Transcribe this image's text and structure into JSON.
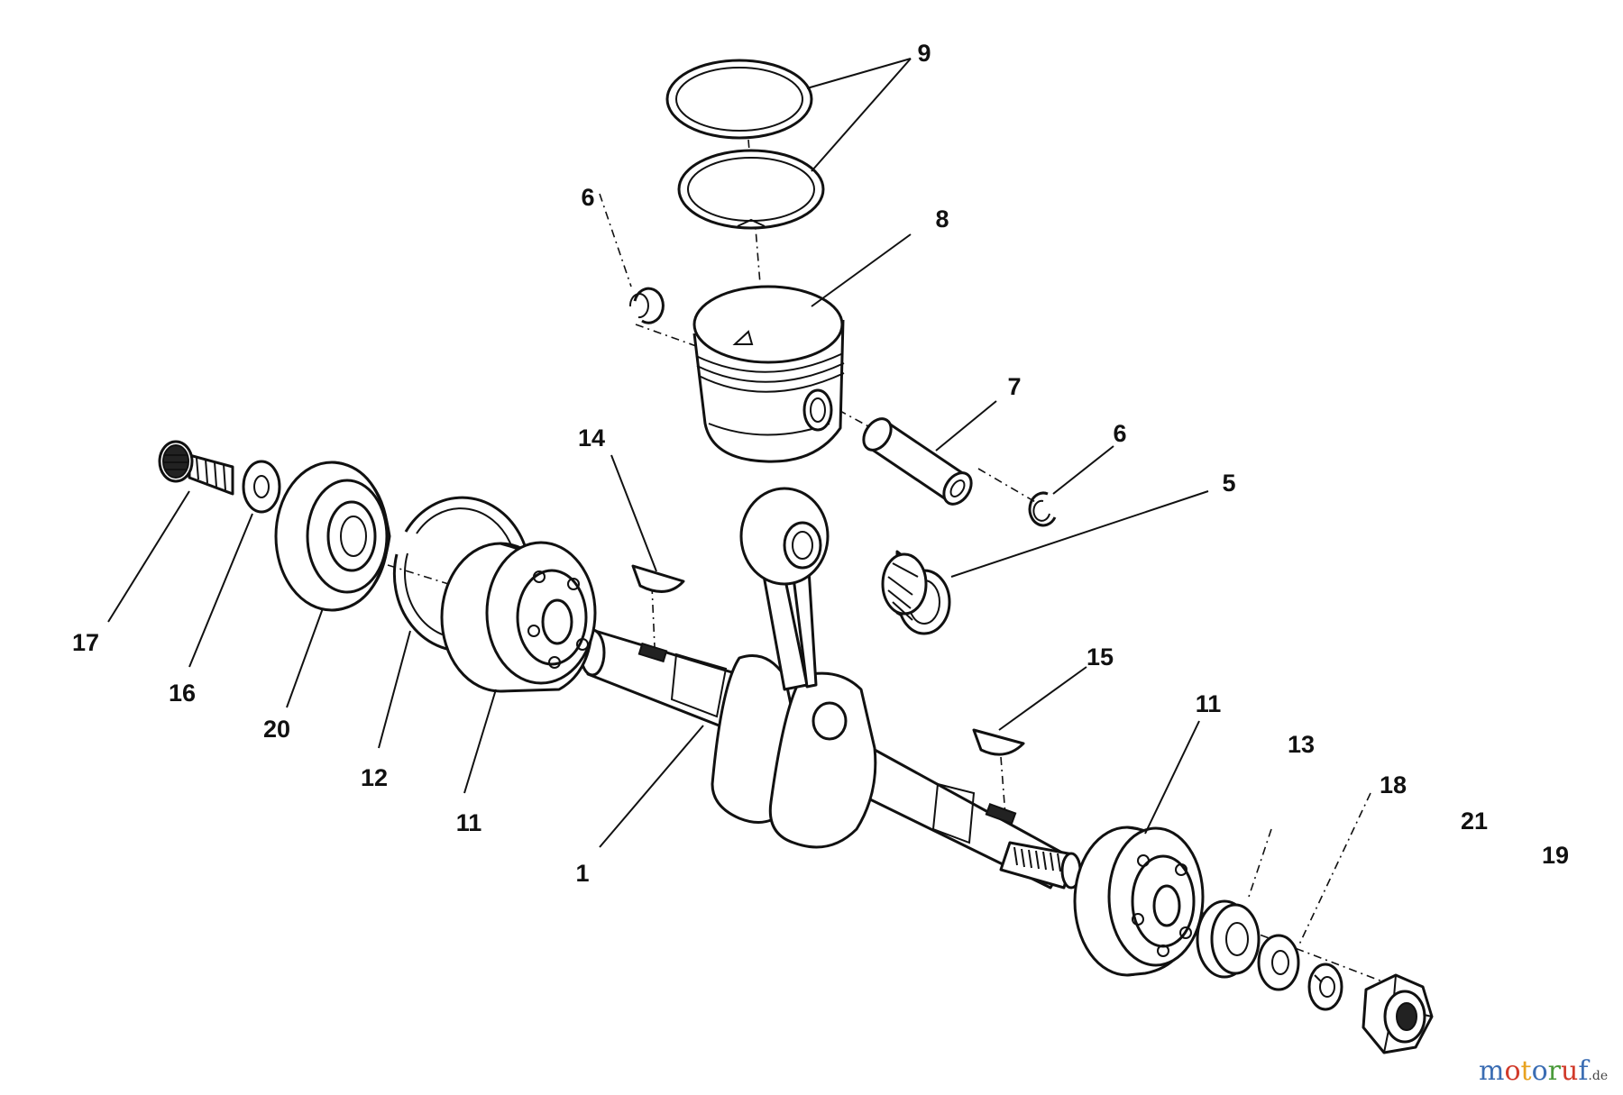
{
  "callouts": [
    {
      "id": "c9",
      "text": "9"
    },
    {
      "id": "c6a",
      "text": "6"
    },
    {
      "id": "c8",
      "text": "8"
    },
    {
      "id": "c7",
      "text": "7"
    },
    {
      "id": "c6b",
      "text": "6"
    },
    {
      "id": "c14",
      "text": "14"
    },
    {
      "id": "c5",
      "text": "5"
    },
    {
      "id": "c17",
      "text": "17"
    },
    {
      "id": "c16",
      "text": "16"
    },
    {
      "id": "c20",
      "text": "20"
    },
    {
      "id": "c12",
      "text": "12"
    },
    {
      "id": "c11a",
      "text": "11"
    },
    {
      "id": "c1",
      "text": "1"
    },
    {
      "id": "c15",
      "text": "15"
    },
    {
      "id": "c11b",
      "text": "11"
    },
    {
      "id": "c13",
      "text": "13"
    },
    {
      "id": "c18",
      "text": "18"
    },
    {
      "id": "c21",
      "text": "21"
    },
    {
      "id": "c19",
      "text": "19"
    }
  ],
  "watermark": {
    "letters": [
      "m",
      "o",
      "t",
      "o",
      "r",
      "u",
      "f"
    ],
    "colors": [
      "#3b6db3",
      "#d13a2a",
      "#e8a21f",
      "#3b6db3",
      "#4a9a3a",
      "#d13a2a",
      "#3b6db3"
    ],
    "suffix": ".de"
  }
}
